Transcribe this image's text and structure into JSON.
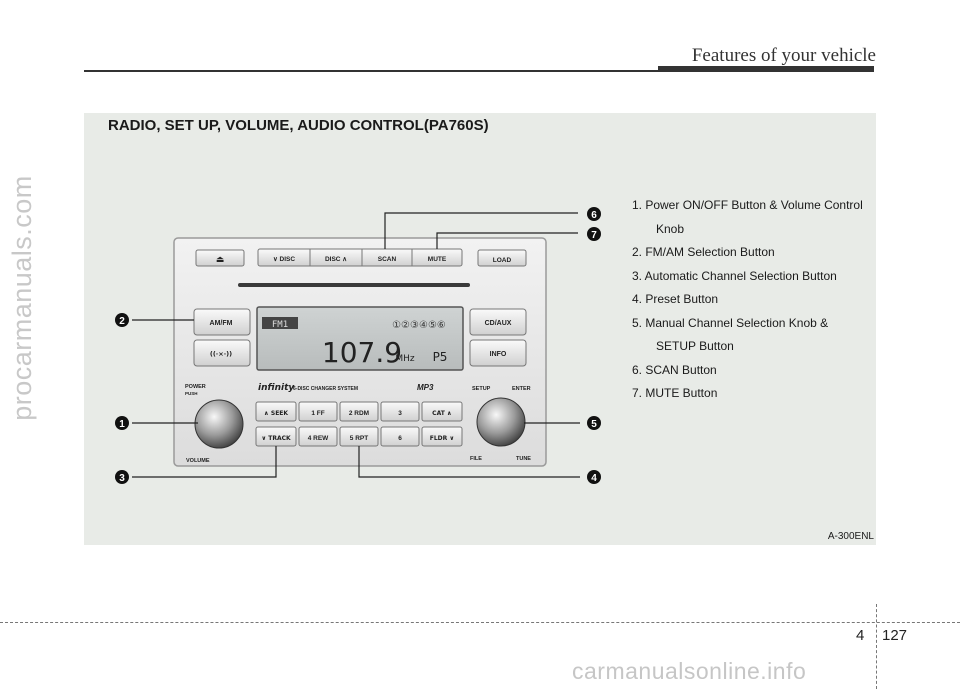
{
  "watermark_side": "procarmanuals.com",
  "header": {
    "section_title": "Features of your vehicle"
  },
  "figure": {
    "title": "RADIO, SET UP, VOLUME, AUDIO CONTROL(PA760S)",
    "code": "A-300ENL",
    "callouts": [
      "1",
      "2",
      "3",
      "4",
      "5",
      "6",
      "7"
    ]
  },
  "radio": {
    "buttons": {
      "eject": "⏏",
      "disc_down": "∨ DISC",
      "disc_up": "DISC ∧",
      "scan": "SCAN",
      "mute": "MUTE",
      "load": "LOAD",
      "am_fm": "AM/FM",
      "cd_aux": "CD/AUX",
      "sound": "((·×·))",
      "info": "INFO",
      "seek": "∧ SEEK",
      "track": "∨ TRACK",
      "ff": "1  FF",
      "rdm": "2 RDM",
      "three": "3",
      "cat": "CAT ∧",
      "rew": "4 REW",
      "rpt": "5 RPT",
      "six": "6",
      "fldr": "FLDR ∨"
    },
    "labels": {
      "power": "POWER",
      "push": "PUSH",
      "volume": "VOLUME",
      "brand": "infinity",
      "changer": "6-DISC CHANGER SYSTEM",
      "mp3": "MP3",
      "setup": "SETUP",
      "enter": "ENTER",
      "file": "FILE",
      "tune": "TUNE"
    },
    "display": {
      "band": "FM1",
      "presets": "①②③④⑤⑥",
      "frequency": "107.9",
      "unit": "MHz",
      "preset_indicator": "P5"
    }
  },
  "legend": [
    {
      "text": "1. Power ON/OFF Button & Volume Control",
      "cont": "Knob"
    },
    {
      "text": "2. FM/AM Selection Button"
    },
    {
      "text": "3. Automatic Channel Selection Button"
    },
    {
      "text": "4. Preset Button"
    },
    {
      "text": "5. Manual Channel Selection Knob &",
      "cont": "SETUP Button"
    },
    {
      "text": "6. SCAN Button"
    },
    {
      "text": "7. MUTE Button"
    }
  ],
  "footer": {
    "chapter": "4",
    "page": "127"
  },
  "watermark_bottom": "carmanualsonline.info"
}
